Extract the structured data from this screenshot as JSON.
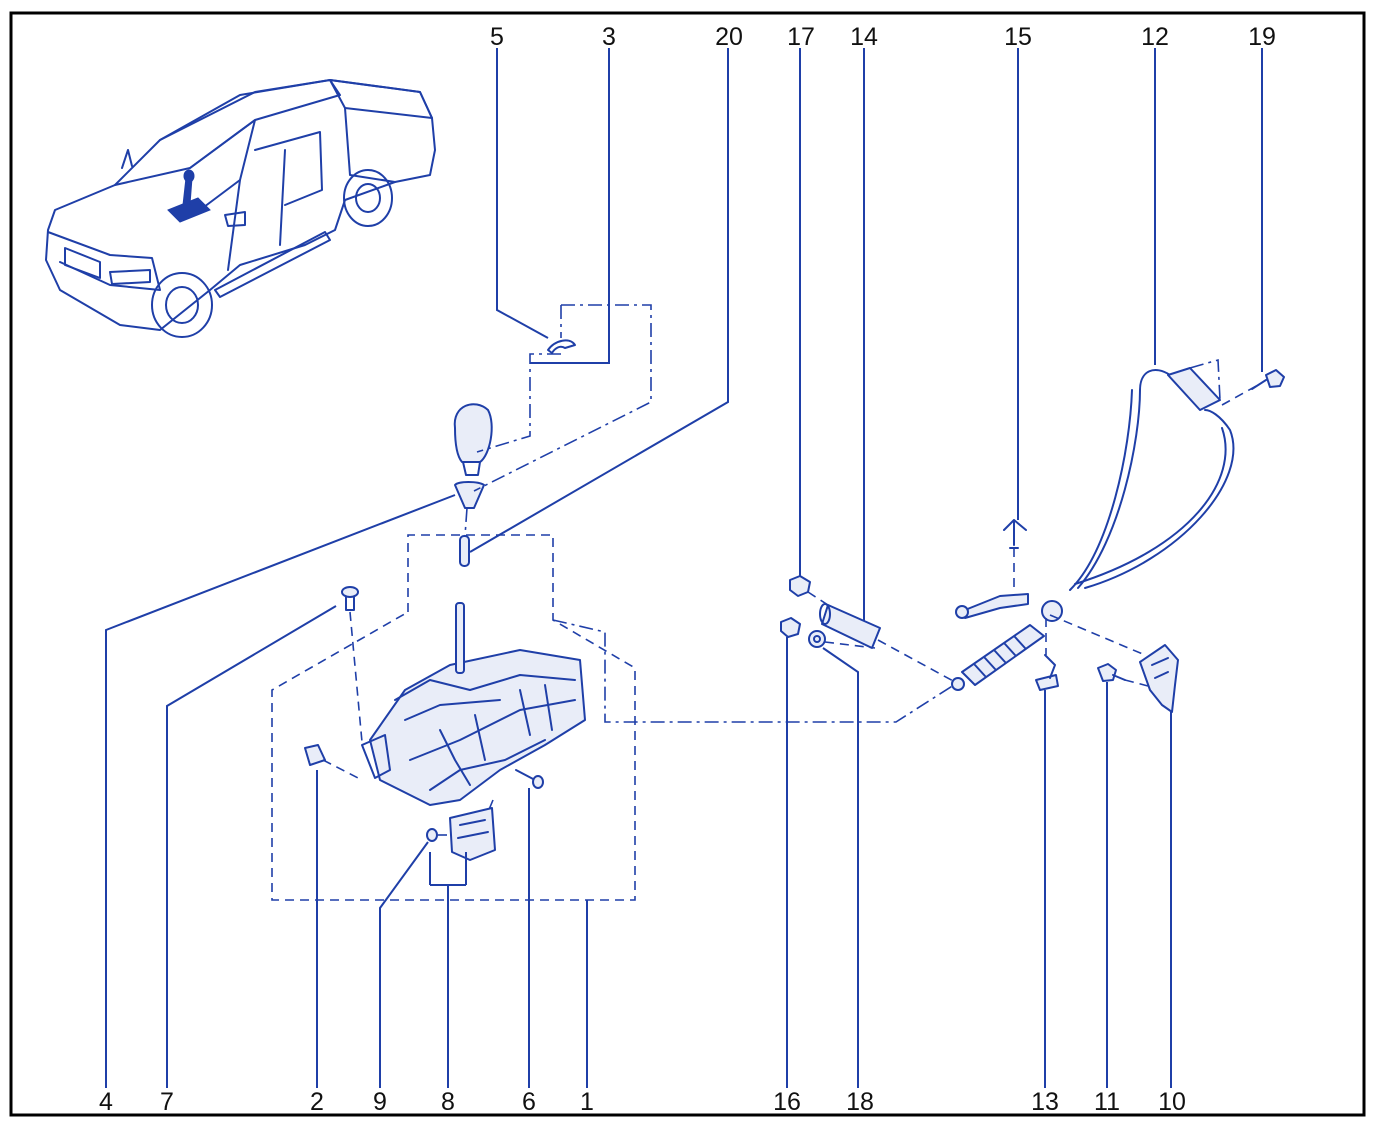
{
  "diagram": {
    "frame_color": "#000000",
    "line_color": "#1f3fa8",
    "callouts_top": [
      "5",
      "3",
      "20",
      "17",
      "14",
      "15",
      "12",
      "19"
    ],
    "callouts_bottom": [
      "4",
      "7",
      "2",
      "9",
      "8",
      "6",
      "1",
      "16",
      "18",
      "13",
      "11",
      "10"
    ],
    "illustrations": [
      "pickup-truck-locator",
      "gear-shift-knob",
      "shifter-assembly",
      "shift-cable",
      "bracket",
      "clip",
      "bolt",
      "nut",
      "washer",
      "bushing"
    ]
  }
}
